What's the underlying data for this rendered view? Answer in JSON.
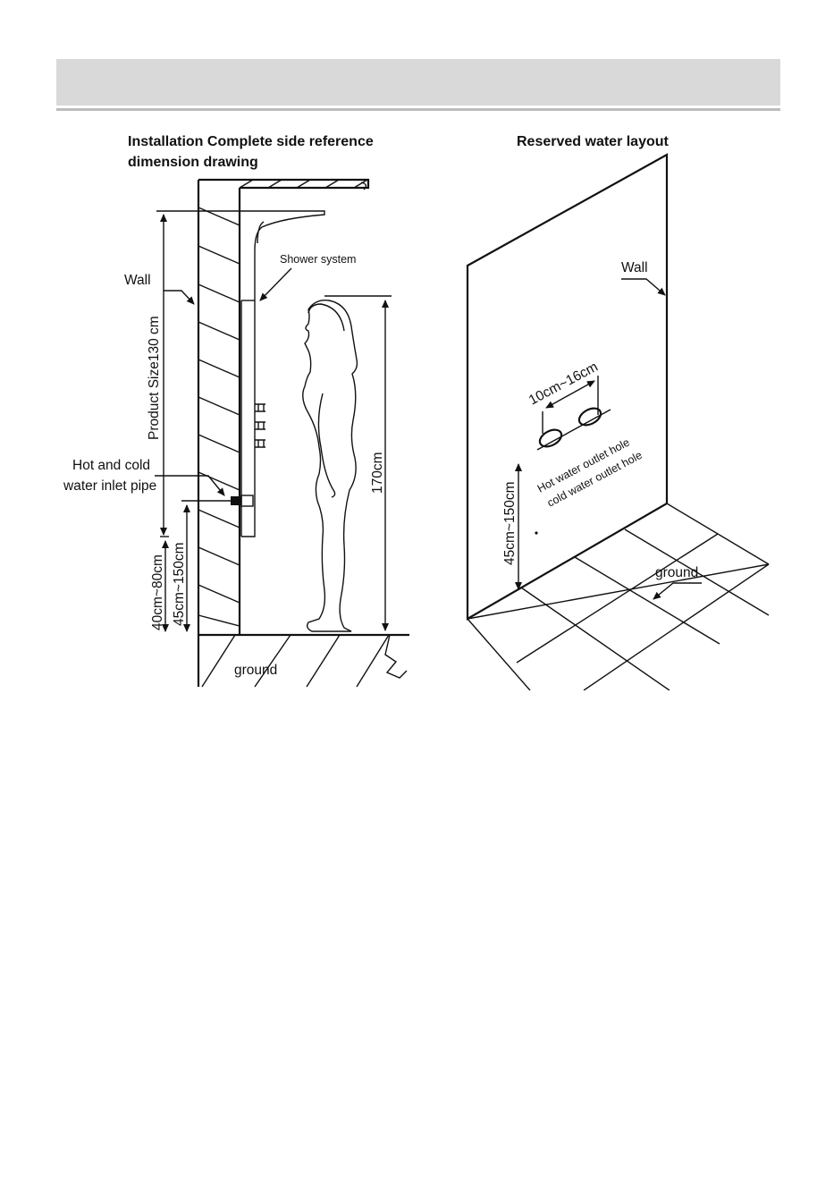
{
  "left_diagram": {
    "title_line1": "Installation Complete side reference",
    "title_line2": "dimension drawing",
    "wall_label": "Wall",
    "shower_label": "Shower system",
    "product_size": "Product Size130 cm",
    "pipe_label_line1": "Hot and cold",
    "pipe_label_line2": "water inlet pipe",
    "dim_40_80": "40cm~80cm",
    "dim_45_150": "45cm~150cm",
    "height_170": "170cm",
    "ground_label": "ground"
  },
  "right_diagram": {
    "title": "Reserved water layout",
    "wall_label": "Wall",
    "spacing": "10cm~16cm",
    "hot_hole": "Hot water outlet hole",
    "cold_hole": "cold water outlet hole",
    "height": "45cm~150cm",
    "ground_label": "ground"
  }
}
